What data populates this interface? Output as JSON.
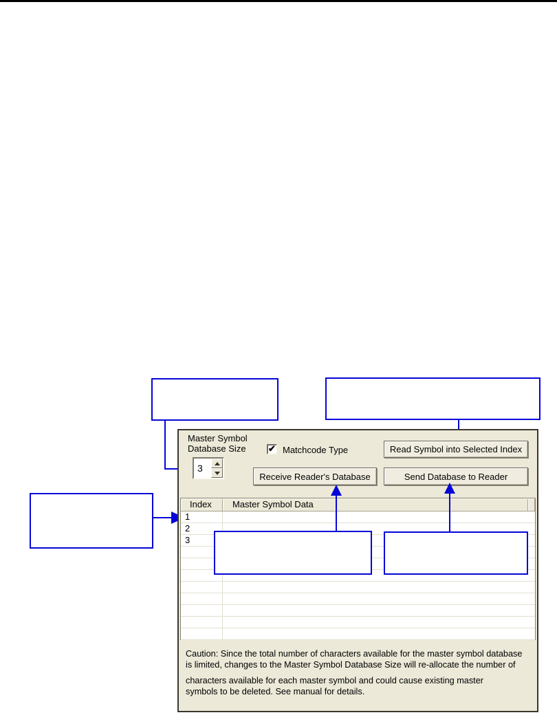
{
  "colors": {
    "annotation_blue": "#0505d8",
    "panel_background": "#ECE9D8",
    "panel_border": "#39372E",
    "table_grid": "#E3E0D1",
    "top_rule": "#000000"
  },
  "annotations": {
    "callout_top_left": {
      "label": ""
    },
    "callout_top_right": {
      "label": ""
    },
    "callout_mid_left": {
      "label": ""
    },
    "callout_table_left": {
      "label": ""
    },
    "callout_table_right": {
      "label": ""
    }
  },
  "panel": {
    "size_label": "Master Symbol\nDatabase Size",
    "spinner": {
      "value": "3"
    },
    "matchcode_checkbox": {
      "label": "Matchcode Type",
      "checked": true,
      "checkmark_glyph": "✔"
    },
    "buttons": {
      "read_symbol": "Read Symbol into Selected Index",
      "receive_database": "Receive Reader's Database",
      "send_database": "Send Database to Reader"
    },
    "table": {
      "headers": {
        "index": "Index",
        "data": "Master Symbol Data"
      },
      "rows": [
        {
          "index": "1",
          "data": ""
        },
        {
          "index": "2",
          "data": ""
        },
        {
          "index": "3",
          "data": ""
        },
        {
          "index": "",
          "data": ""
        },
        {
          "index": "",
          "data": ""
        },
        {
          "index": "",
          "data": ""
        },
        {
          "index": "",
          "data": ""
        },
        {
          "index": "",
          "data": ""
        },
        {
          "index": "",
          "data": ""
        },
        {
          "index": "",
          "data": ""
        },
        {
          "index": "",
          "data": ""
        }
      ]
    },
    "caution_lines": [
      "Caution: Since the total number of characters available for the master symbol database",
      "is limited, changes to the Master Symbol Database Size will re-allocate the number of",
      "characters available for each master symbol and could cause existing master",
      "symbols to be deleted. See manual for details."
    ]
  }
}
